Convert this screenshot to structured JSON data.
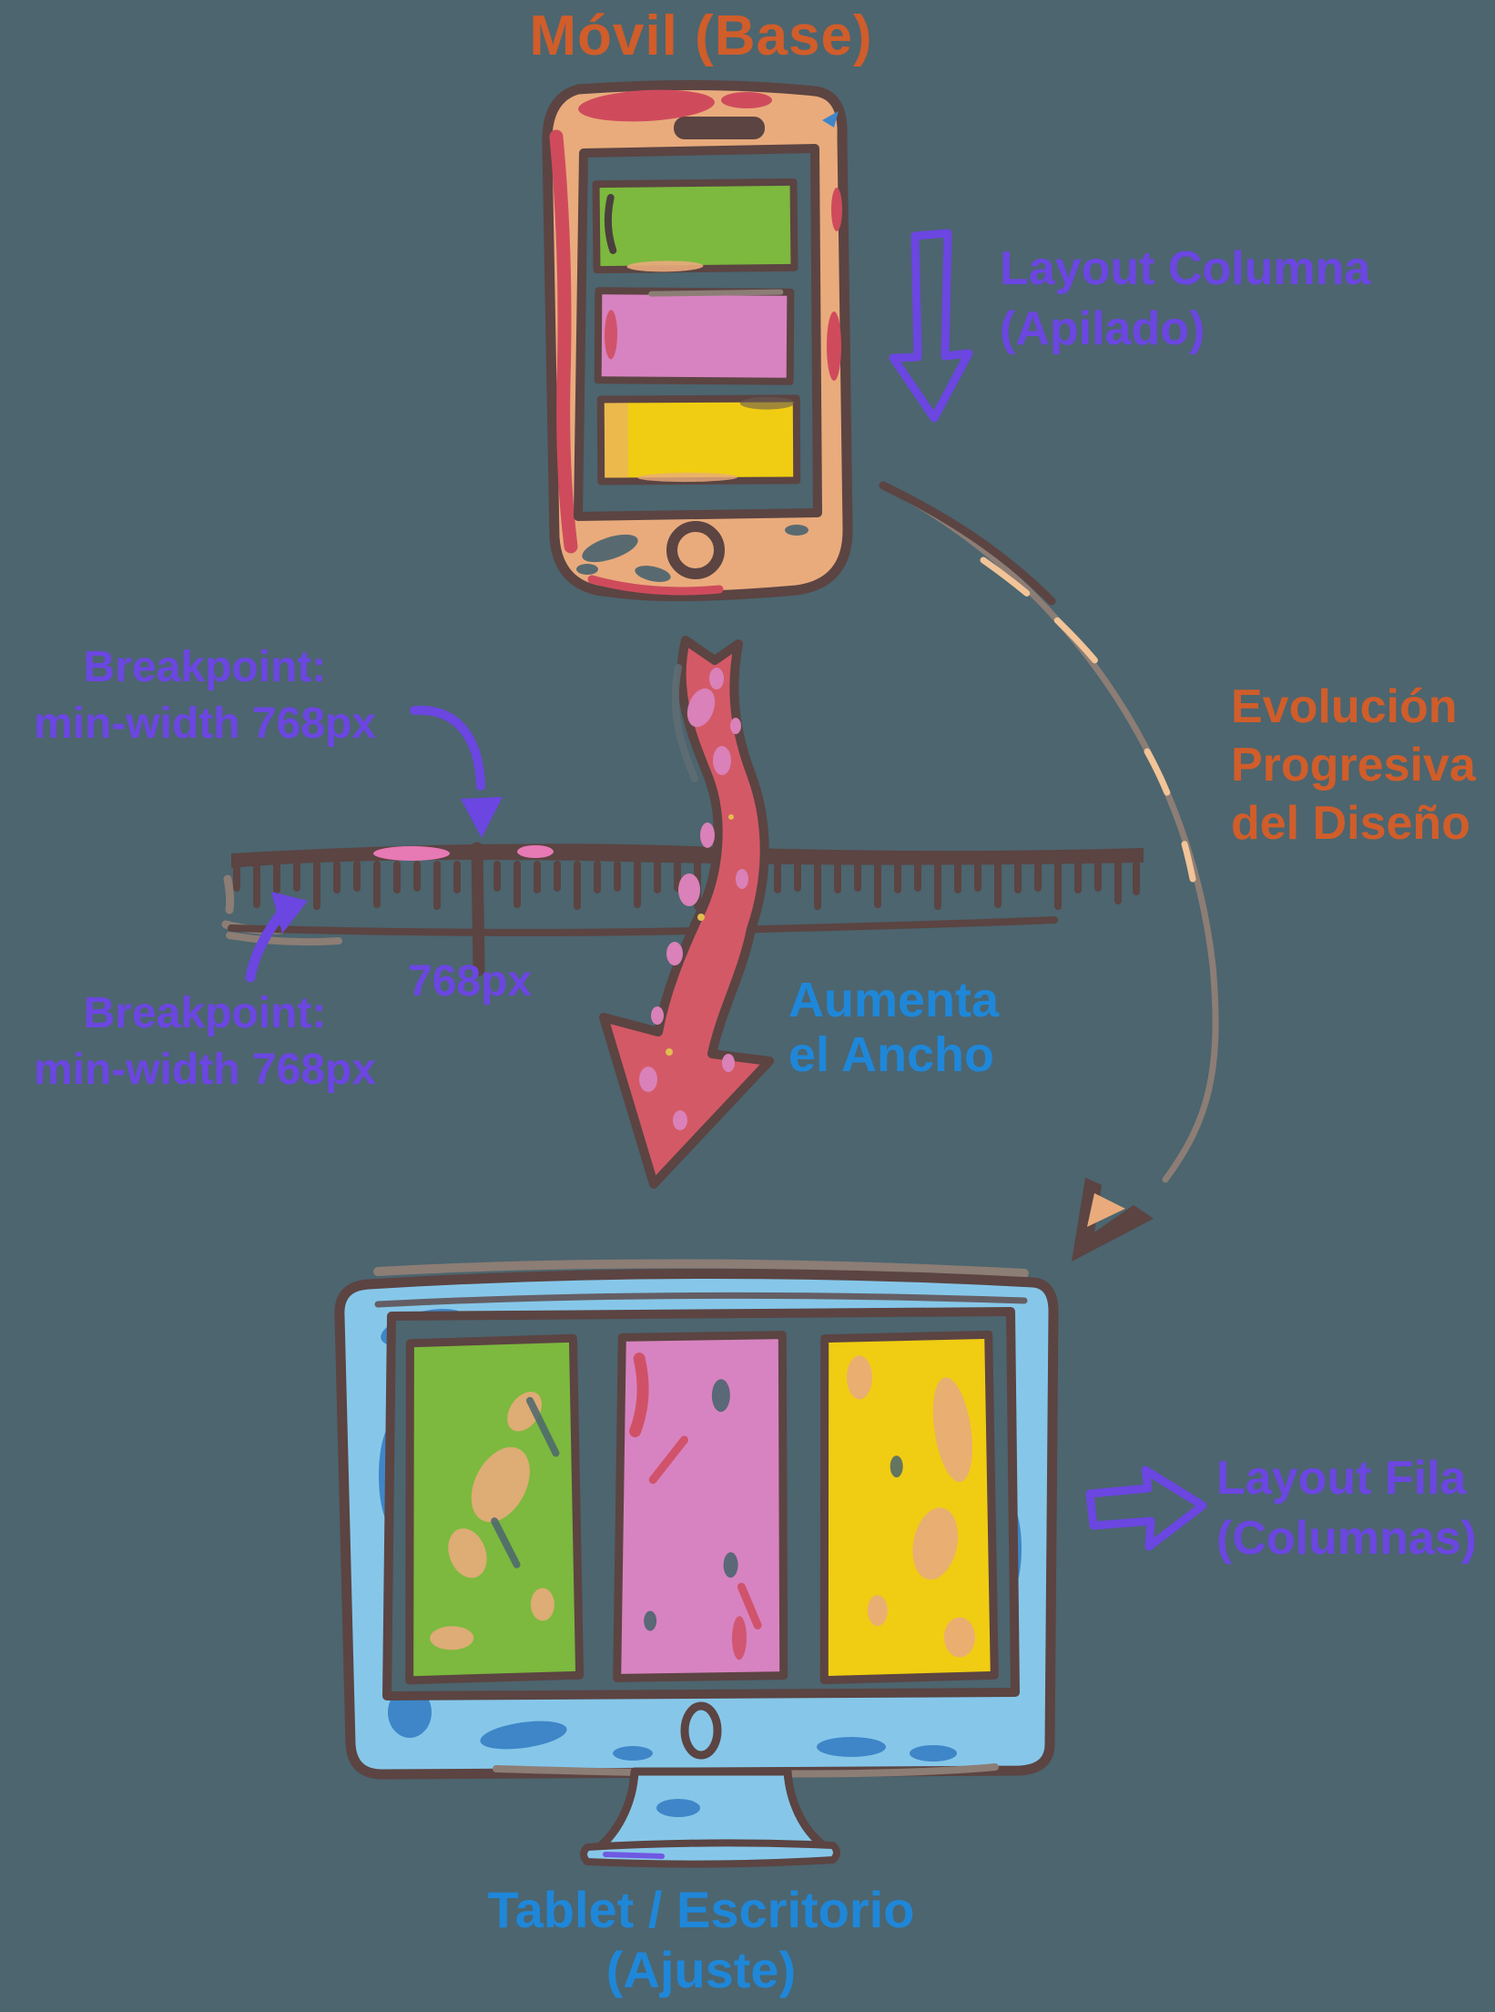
{
  "palette": {
    "bg": "#4c656f",
    "outline": "#5b4442",
    "purple": "#6b46e1",
    "orange": "#d05d2a",
    "blue": "#1f87d9",
    "peach": "#e9ab7c",
    "peach_light": "#f2c497",
    "red": "#cf4b5c",
    "arrow_red": "#d45966",
    "pink_block": "#d883c1",
    "pink_highlight": "#e779b5",
    "green_block": "#7cb93e",
    "yellow_block": "#f0cd12",
    "monitor_blue": "#86c7e9",
    "monitor_blue_dark": "#3e86c8",
    "taupe": "#8c7d75"
  },
  "labels": {
    "title": "Móvil (Base)",
    "layout_columna_1": "Layout Columna",
    "layout_columna_2": "(Apilado)",
    "breakpoint_top_1": "Breakpoint:",
    "breakpoint_top_2": "min-width 768px",
    "ruler_value": "768px",
    "breakpoint_bottom_1": "Breakpoint:",
    "breakpoint_bottom_2": "min-width 768px",
    "aumenta_1": "Aumenta",
    "aumenta_2": "el Ancho",
    "evolucion_1": "Evolución",
    "evolucion_2": "Progresiva",
    "evolucion_3": "del Diseño",
    "layout_fila_1": "Layout Fila",
    "layout_fila_2": "(Columnas)",
    "tablet_1": "Tablet / Escritorio",
    "tablet_2": "(Ajuste)"
  }
}
